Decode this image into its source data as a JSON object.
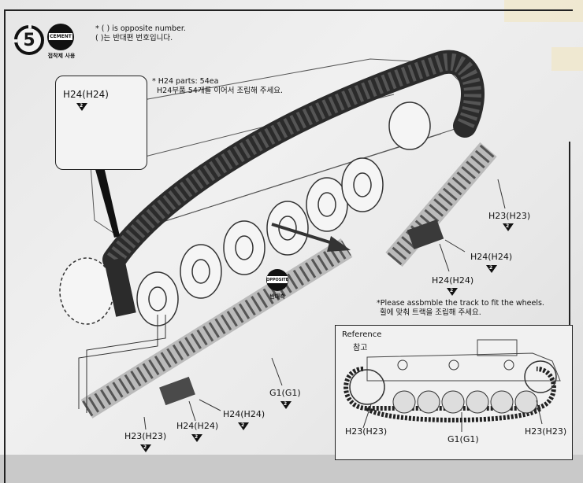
{
  "step": {
    "number": "5"
  },
  "cement_icon": {
    "label": "CEMENT",
    "caption": "접착제 사용"
  },
  "header_notes": {
    "line1": "* (   ) is opposite number.",
    "line2": "(   )는 반대편 번호입니다."
  },
  "callout": {
    "part_label": "H24(H24)",
    "qty_badge": "2"
  },
  "parts_note": {
    "line1": "* H24 parts: 54ea",
    "line2": "H24부품 54개를 이어서 조립해 주세요."
  },
  "opposite_icon": {
    "label": "OPPOSITE",
    "caption": "반대측"
  },
  "assembly_note": {
    "line1": "*Please assbmble the track to fit the wheels.",
    "line2": "휠에 맞춰 트랙을 조립해 주세요."
  },
  "upper_labels": [
    {
      "text": "H23(H23)",
      "badge": "2"
    },
    {
      "text": "H24(H24)",
      "badge": "2"
    },
    {
      "text": "H24(H24)",
      "badge": "2"
    }
  ],
  "lower_labels": [
    {
      "text": "G1(G1)",
      "badge": "2"
    },
    {
      "text": "H24(H24)",
      "badge": "2"
    },
    {
      "text": "H24(H24)",
      "badge": "2"
    },
    {
      "text": "H23(H23)",
      "badge": "2"
    }
  ],
  "reference": {
    "title": "Reference",
    "title_ko": "참고",
    "labels": [
      "H23(H23)",
      "G1(G1)",
      "H23(H23)"
    ]
  }
}
